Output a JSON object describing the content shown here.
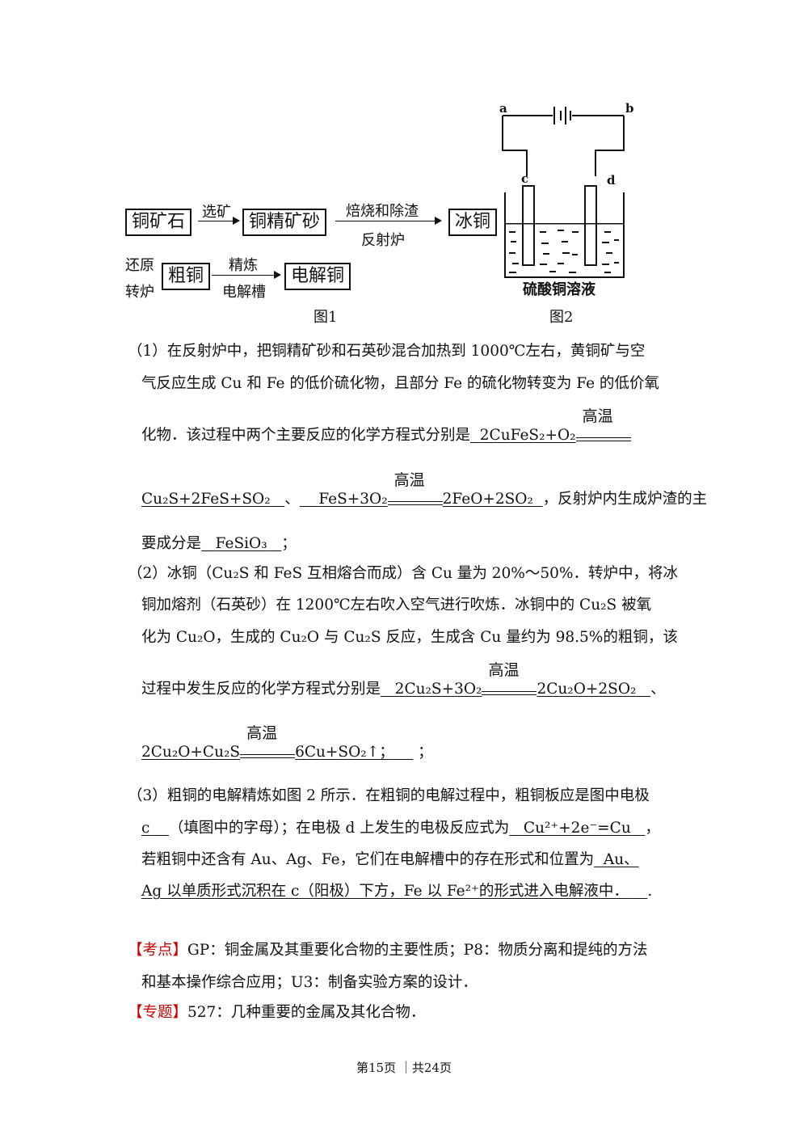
{
  "figure1": {
    "ore": "铜矿石",
    "step1": "选矿",
    "concentrate": "铜精矿砂",
    "step2_top": "焙烧和除渣",
    "step2_bottom": "反射炉",
    "matte": "冰铜",
    "step3_top": "还原",
    "step3_bottom": "转炉",
    "crude": "粗铜",
    "step4_top": "精炼",
    "step4_bottom": "电解槽",
    "refined": "电解铜",
    "caption": "图1"
  },
  "figure2": {
    "label_a": "a",
    "label_b": "b",
    "label_c": "c",
    "label_d": "d",
    "solution": "硫酸铜溶液",
    "caption": "图2"
  },
  "q1": {
    "line1": "（1）在反射炉中，把铜精矿砂和石英砂混合加热到 1000℃左右，黄铜矿与空",
    "line2": "气反应生成 Cu 和 Fe 的低价硫化物，且部分 Fe 的硫化物转变为 Fe 的低价氧",
    "line3": "化物．该过程中两个主要反应的化学方程式分别是",
    "eq1a": "2CuFeS₂+O₂",
    "cond": "高温",
    "eq1b": "Cu₂S+2FeS+SO₂",
    "sep": "、",
    "eq2a": "FeS+3O₂",
    "eq2b": "2FeO+2SO₂",
    "line4_tail": "，反射炉内生成炉渣的主",
    "line5_head": "要成分是",
    "slag": "FeSiO₃",
    "line5_tail": "；"
  },
  "q2": {
    "line1": "（2）冰铜（Cu₂S 和 FeS 互相熔合而成）含 Cu 量为 20%～50%．转炉中，将冰",
    "line2": "铜加熔剂（石英砂）在 1200℃左右吹入空气进行吹炼．冰铜中的 Cu₂S 被氧",
    "line3": "化为 Cu₂O，生成的 Cu₂O 与 Cu₂S 反应，生成含 Cu 量约为 98.5%的粗铜，该",
    "line4": "过程中发生反应的化学方程式分别是",
    "eq1a": "2Cu₂S+3O₂",
    "eq1b": "2Cu₂O+2SO₂",
    "line4_tail": "、",
    "eq2a": "2Cu₂O+Cu₂S",
    "eq2b": "6Cu+SO₂↑；",
    "line5_tail": "；"
  },
  "q3": {
    "line1": "（3）粗铜的电解精炼如图 2 所示．在粗铜的电解过程中，粗铜板应是图中电极",
    "ans1": "c",
    "line2_mid": "（填图中的字母）；在电极 d 上发生的电极反应式为",
    "ans2": "Cu²⁺+2e⁻=Cu",
    "line2_tail": "，",
    "line3": "若粗铜中还含有 Au、Ag、Fe，它们在电解槽中的存在形式和位置为",
    "ans3a": "Au、",
    "ans3b": "Ag 以单质形式沉积在 c（阳极）下方，Fe 以 Fe²⁺的形式进入电解液中．",
    "line4_tail": "."
  },
  "kaodian": {
    "tag": "【考点】",
    "line1": "GP：铜金属及其重要化合物的主要性质；P8：物质分离和提纯的方法",
    "line2": "和基本操作综合应用；U3：制备实验方案的设计．"
  },
  "zhuanti": {
    "tag": "【专题】",
    "text": "527：几种重要的金属及其化合物．"
  },
  "footer": "第15页 ｜共24页"
}
